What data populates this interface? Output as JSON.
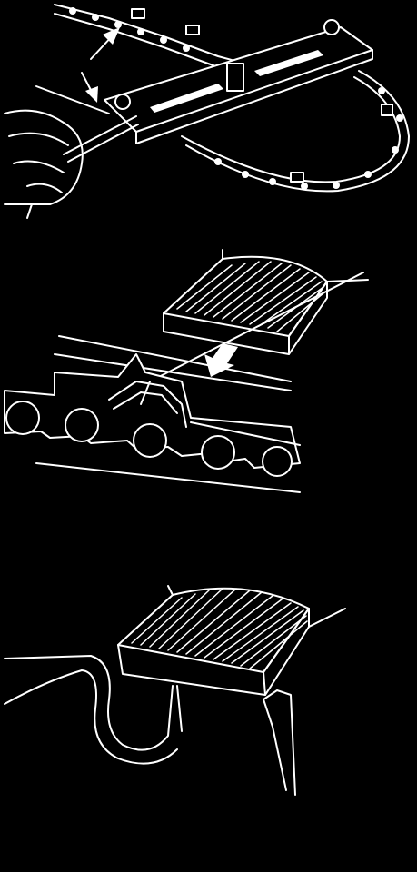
{
  "figure": {
    "panels": [
      {
        "id": "top",
        "subject": "file-guide-on-chain"
      },
      {
        "id": "middle",
        "subject": "depth-gauge-with-chain"
      },
      {
        "id": "bottom",
        "subject": "depth-gauge-on-cutter"
      }
    ],
    "colors": {
      "background": "#000000",
      "line": "#ffffff"
    }
  }
}
